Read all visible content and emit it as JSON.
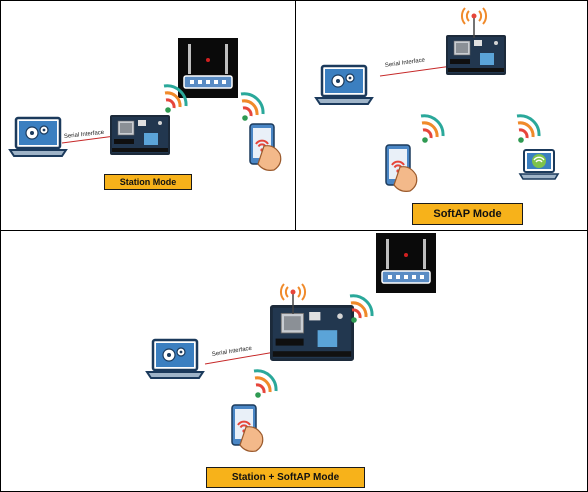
{
  "panels": [
    {
      "mode_label": "Station Mode",
      "serial_label": "Serial Interface"
    },
    {
      "mode_label": "SoftAP Mode",
      "serial_label": "Serial Interface"
    },
    {
      "mode_label": "Station + SoftAP Mode",
      "serial_label": "Serial Interface"
    }
  ],
  "colors": {
    "mode_label_bg": "#f7b21a",
    "wifi_orange": "#f08a2a",
    "wifi_red": "#e6453a",
    "wifi_green": "#2f9a52",
    "wifi_teal": "#2aa89a",
    "laptop_blue": "#3b7fc0",
    "router_black": "#0a0a0a",
    "serial_line_red": "#c62828"
  },
  "icons": [
    "laptop-gear-icon",
    "esp-board-icon",
    "wifi-signal-icon",
    "router-icon",
    "smartphone-hand-icon",
    "laptop-wifi-icon",
    "antenna-broadcast-icon"
  ]
}
